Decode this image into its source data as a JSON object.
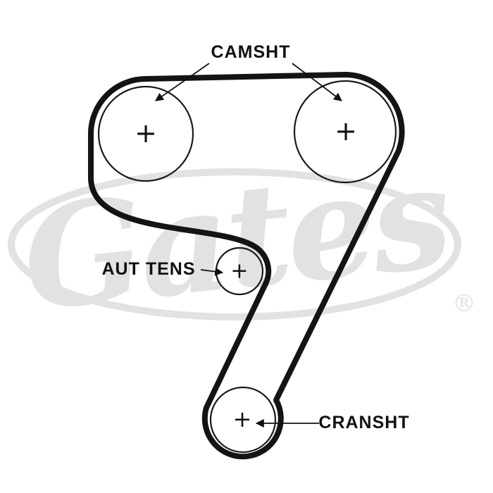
{
  "page": {
    "background": "#ffffff"
  },
  "diagram": {
    "belt_color": "#141414",
    "outline_color": "#1a1a1a",
    "leader_color": "#111111",
    "marker_symbol": "+",
    "labels": {
      "camshaft": "CAMSHT",
      "auto_tensioner": "AUT TENS",
      "crankshaft": "CRANSHT"
    },
    "watermark": {
      "text": "Gates",
      "registered_symbol": "®",
      "color": "#e2e2e2"
    }
  }
}
